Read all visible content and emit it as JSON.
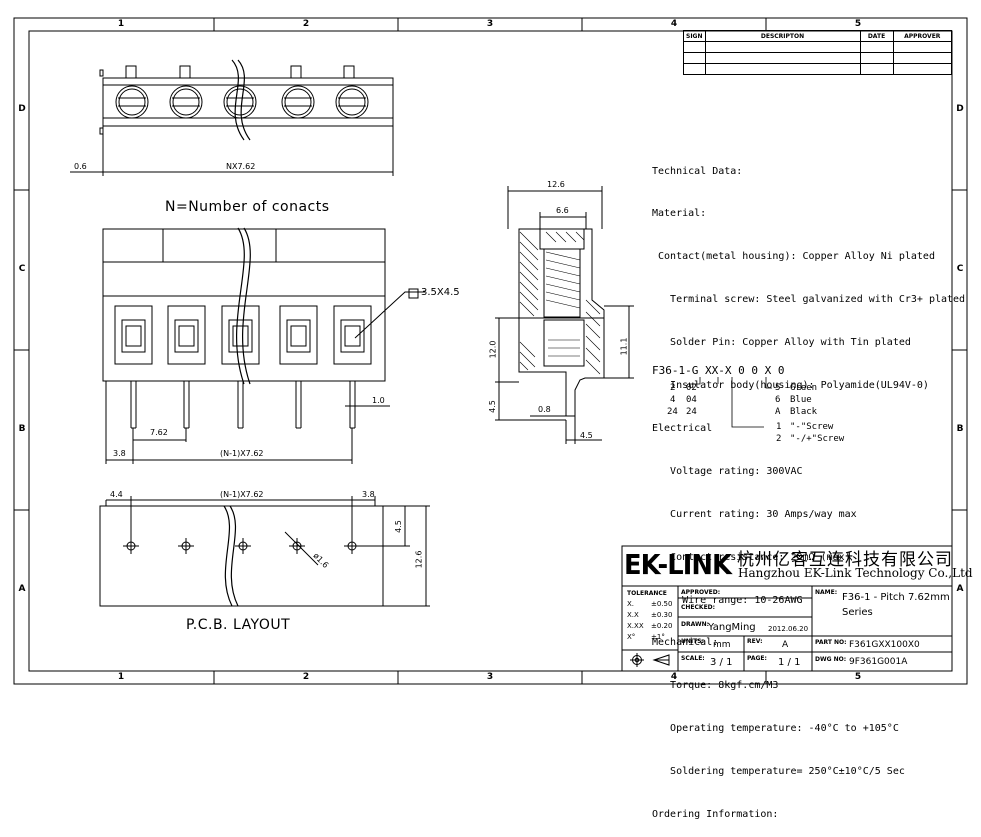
{
  "zones": {
    "columns": [
      "1",
      "2",
      "3",
      "4",
      "5"
    ],
    "rows": [
      "D",
      "C",
      "B",
      "A"
    ]
  },
  "revision_table": {
    "headers": [
      "SIGN",
      "DESCRIPTON",
      "DATE",
      "APPROVER"
    ]
  },
  "technical_data": [
    "Technical Data:",
    "Material:",
    " Contact(metal housing): Copper Alloy Ni plated",
    "   Terminal screw: Steel galvanized with Cr3+ plated",
    "   Solder Pin: Copper Alloy with Tin plated",
    "   Insulator body(housing): Polyamide(UL94V-0)",
    "Electrical",
    "   Voltage rating: 300VAC",
    "   Current rating: 30 Amps/way max",
    "   Contact resistance: 20mΩ (max)",
    "     Wire range: 10-26AWG",
    "Mechanical:",
    "   Torque: 8kgf.cm/M3",
    "   Operating temperature: -40°C to +105°C",
    "   Soldering temperature= 250°C±10°C/5 Sec",
    "Ordering Information:"
  ],
  "ordering": {
    "code": "F36-1-G XX-X 0 0 X 0",
    "ways": [
      [
        "2",
        "02"
      ],
      [
        "4",
        "04"
      ],
      [
        "24",
        "24"
      ]
    ],
    "colors": [
      [
        "5",
        "Green"
      ],
      [
        "6",
        "Blue"
      ],
      [
        "A",
        "Black"
      ]
    ],
    "screws": [
      [
        "1",
        "\"-\"Screw"
      ],
      [
        "2",
        "\"-/+\"Screw"
      ]
    ]
  },
  "dimensions": {
    "d_0_6": "0.6",
    "d_nx": "NX7.62",
    "d_12_6_top": "12.6",
    "d_6_6": "6.6",
    "d_12_0": "12.0",
    "d_11_1": "11.1",
    "d_4_5_side": "4.5",
    "d_0_8": "0.8",
    "d_4_5_bot": "4.5",
    "d_3_5x4_5": "3.5X4.5",
    "d_1_0": "1.0",
    "d_7_62": "7.62",
    "d_3_8_front": "3.8",
    "d_n1_front": "(N-1)X7.62",
    "d_4_4": "4.4",
    "d_n1_pcb": "(N-1)X7.62",
    "d_3_8_pcb": "3.8",
    "d_4_5_pcb": "4.5",
    "d_12_6_pcb": "12.6",
    "d_hole": "ø1.6"
  },
  "captions": {
    "n_label": "N=Number of conacts",
    "pcb_layout": "P.C.B. LAYOUT"
  },
  "title_block": {
    "logo": "EK-LINK",
    "company_cn": "杭州亿客互连科技有限公司",
    "company_en": "Hangzhou EK-Link Technology Co.,Ltd",
    "tolerance_label": "TOLERANCE",
    "tolerances": [
      [
        "X.",
        "±0.50"
      ],
      [
        "X.X",
        "±0.30"
      ],
      [
        "X.XX",
        "±0.20"
      ],
      [
        "X°",
        "±1°"
      ]
    ],
    "approved_label": "APPROVED:",
    "checked_label": "CHECKED:",
    "drawn_label": "DRAWN:",
    "drawn_by": "YangMing",
    "drawn_date": "2012.06.20",
    "units_label": "UNITS:",
    "units": "mm",
    "rev_label": "REV:",
    "rev": "A",
    "scale_label": "SCALE:",
    "scale": "3 / 1",
    "page_label": "PAGE:",
    "page": "1 / 1",
    "name_label": "NAME:",
    "name_line1": "F36-1 - Pitch 7.62mm",
    "name_line2": "Series",
    "part_label": "PART NO:",
    "part_no": "F361GXX100X0",
    "dwg_label": "DWG NO:",
    "dwg_no": "9F361G001A"
  }
}
